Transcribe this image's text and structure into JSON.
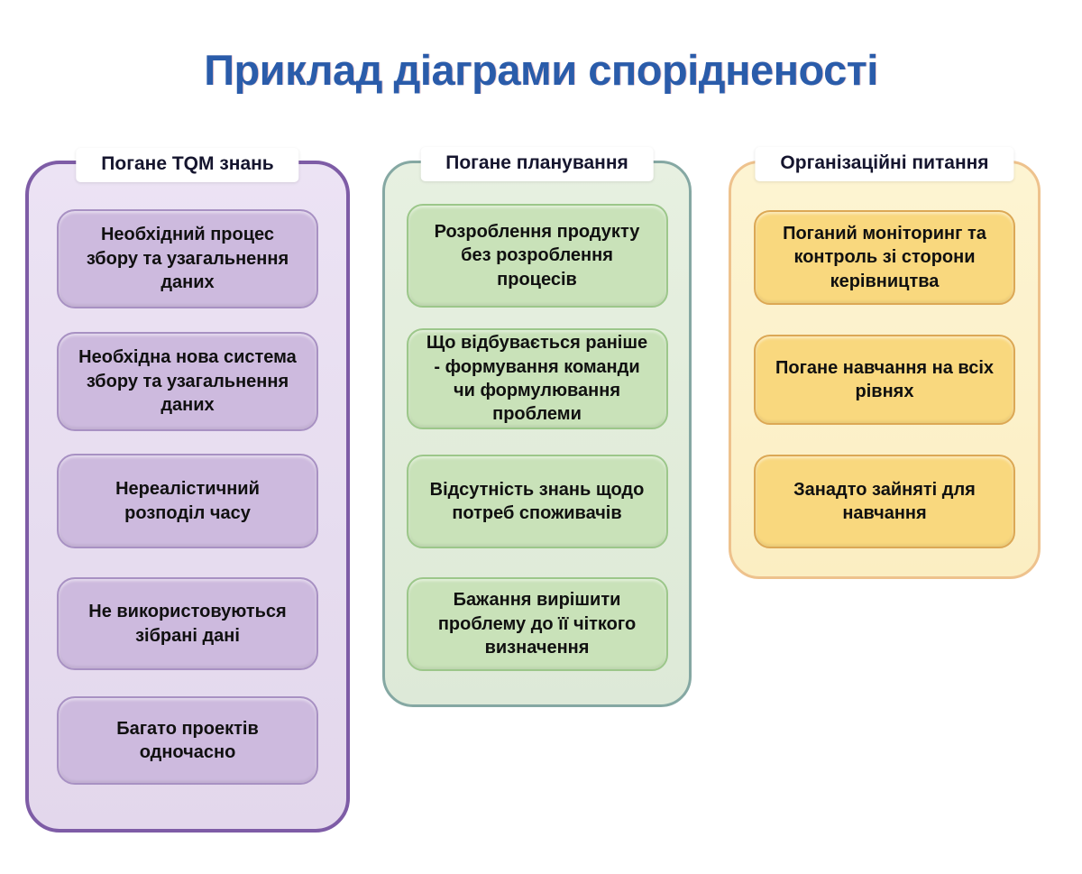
{
  "title": "Приклад діаграми спорідненості",
  "colors": {
    "title_text": "#2a5caa",
    "header_text": "#15152e",
    "card_text": "#101010",
    "purple_border": "#7e5ca6",
    "purple_fill": "#e6dcef",
    "purple_card_fill": "#cdbade",
    "purple_card_border": "#a891c3",
    "green_border": "#85a8a3",
    "green_fill": "#e1ecda",
    "green_card_fill": "#c9e2b9",
    "green_card_border": "#9cc78a",
    "yellow_border": "#eec28d",
    "yellow_fill": "#fcf1ca",
    "yellow_card_fill": "#f9d87e",
    "yellow_card_border": "#dca855"
  },
  "columns": [
    {
      "header": "Погане TQM знань",
      "cards": [
        "Необхідний процес збору та узагальнення даних",
        "Необхідна нова система збору та узагальнення даних",
        "Нереалістичний розподіл часу",
        "Не використовуються зібрані дані",
        "Багато проектів одночасно"
      ]
    },
    {
      "header": "Погане планування",
      "cards": [
        "Розроблення продукту без розроблення процесів",
        "Що відбувається раніше - формування команди чи формулювання проблеми",
        "Відсутність знань щодо потреб споживачів",
        "Бажання вирішити проблему до її чіткого визначення"
      ]
    },
    {
      "header": "Організаційні питання",
      "cards": [
        "Поганий моніторинг та контроль зі сторони керівництва",
        "Погане навчання на всіх рівнях",
        "Занадто зайняті для навчання"
      ]
    }
  ]
}
